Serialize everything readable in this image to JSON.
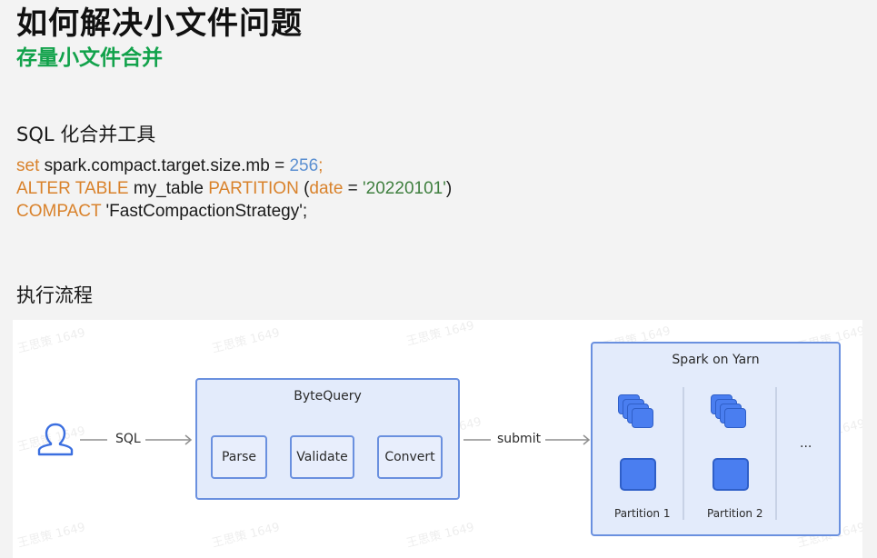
{
  "header": {
    "title": "如何解决小文件问题",
    "subtitle": "存量小文件合并"
  },
  "tool_section": {
    "heading": "SQL 化合并工具",
    "code": {
      "line1": {
        "kw": "set",
        "text": " spark.compact.target.size.mb = ",
        "num": "256",
        "end": ";"
      },
      "line2": {
        "kw1": "ALTER TABLE",
        "text1": " my_table ",
        "kw2": "PARTITION",
        "text2": " (",
        "kw3": "date",
        "text3": " = ",
        "str": "'20220101'",
        "end": ")"
      },
      "line3": {
        "kw": "COMPACT",
        "text": " 'FastCompactionStrategy';"
      }
    }
  },
  "flow_section": {
    "heading": "执行流程"
  },
  "diagram": {
    "user_icon": "user-icon",
    "sql_label": "SQL",
    "bytequery": {
      "title": "ByteQuery",
      "steps": [
        "Parse",
        "Validate",
        "Convert"
      ]
    },
    "submit_label": "submit",
    "spark": {
      "title": "Spark on Yarn",
      "partitions": [
        "Partition 1",
        "Partition 2"
      ],
      "ellipsis": "..."
    },
    "watermark": "王思策 1649",
    "colors": {
      "box_fill": "#e3ebfb",
      "box_border": "#6a90df",
      "block": "#4a7ef0",
      "accent_green": "#12a24b"
    }
  }
}
